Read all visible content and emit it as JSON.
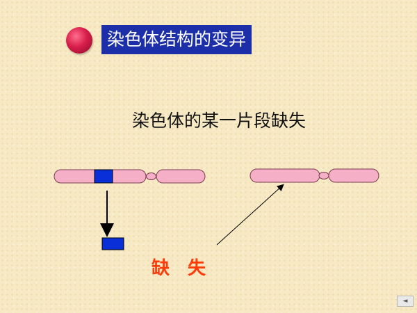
{
  "title": "染色体结构的变异",
  "subtitle": "染色体的某一片段缺失",
  "label": "缺　失",
  "colors": {
    "chromosome": "#f5b0c8",
    "deleted_segment": "#0a2fd8",
    "title_bg": "#1c2fa8",
    "label": "#ff3b0a"
  },
  "icons": {
    "bullet": "red-sphere-bullet",
    "nav": "prev-slide-triangle"
  },
  "nav": {
    "prev_symbol": "◄"
  }
}
